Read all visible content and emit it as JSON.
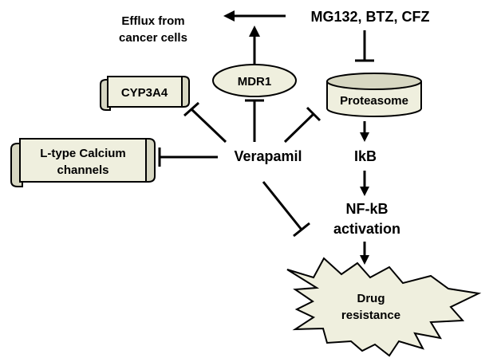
{
  "nodes": {
    "efflux": {
      "line1": "Efflux from",
      "line2": "cancer cells"
    },
    "inhibitors": "MG132, BTZ, CFZ",
    "mdr1": "MDR1",
    "proteasome": "Proteasome",
    "cyp3a4": "CYP3A4",
    "calcium": {
      "line1": "L-type Calcium",
      "line2": "channels"
    },
    "verapamil": "Verapamil",
    "ikb": "IkB",
    "nfkb": {
      "line1": "NF-kB",
      "line2": "activation"
    },
    "drug_resistance": {
      "line1": "Drug",
      "line2": "resistance"
    }
  },
  "colors": {
    "shape_fill": "#efefde",
    "shape_shadow": "#d7d7c2",
    "line": "#000000"
  }
}
